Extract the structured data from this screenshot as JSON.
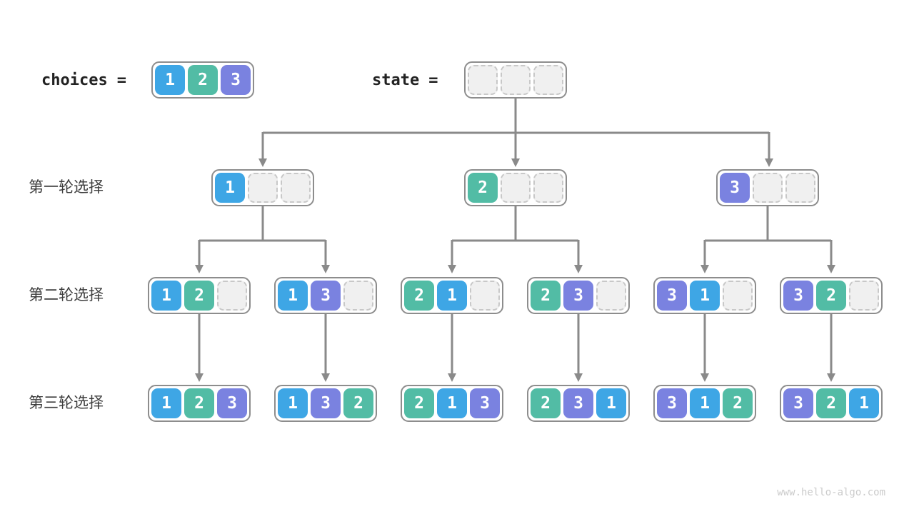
{
  "header": {
    "choices": {
      "word": "choices",
      "eq": "=",
      "cells": [
        "1",
        "2",
        "3"
      ]
    },
    "state": {
      "word": "state",
      "eq": "=",
      "cells": [
        "",
        "",
        ""
      ]
    }
  },
  "rounds": [
    {
      "label": "第一轮选择",
      "nodes": [
        [
          "1",
          "",
          ""
        ],
        [
          "2",
          "",
          ""
        ],
        [
          "3",
          "",
          ""
        ]
      ]
    },
    {
      "label": "第二轮选择",
      "nodes": [
        [
          "1",
          "2",
          ""
        ],
        [
          "1",
          "3",
          ""
        ],
        [
          "2",
          "1",
          ""
        ],
        [
          "2",
          "3",
          ""
        ],
        [
          "3",
          "1",
          ""
        ],
        [
          "3",
          "2",
          ""
        ]
      ]
    },
    {
      "label": "第三轮选择",
      "nodes": [
        [
          "1",
          "2",
          "3"
        ],
        [
          "1",
          "3",
          "2"
        ],
        [
          "2",
          "1",
          "3"
        ],
        [
          "2",
          "3",
          "1"
        ],
        [
          "3",
          "1",
          "2"
        ],
        [
          "3",
          "2",
          "1"
        ]
      ]
    }
  ],
  "colors": {
    "1": "#3ea6e5",
    "2": "#52bca5",
    "3": "#7a82e0",
    "arrow": "#8a8a8a",
    "empty_fill": "#f0f0f0",
    "empty_border": "#c8c8c8",
    "container_border": "#8d8d8d"
  },
  "watermark": "www.hello-algo.com"
}
